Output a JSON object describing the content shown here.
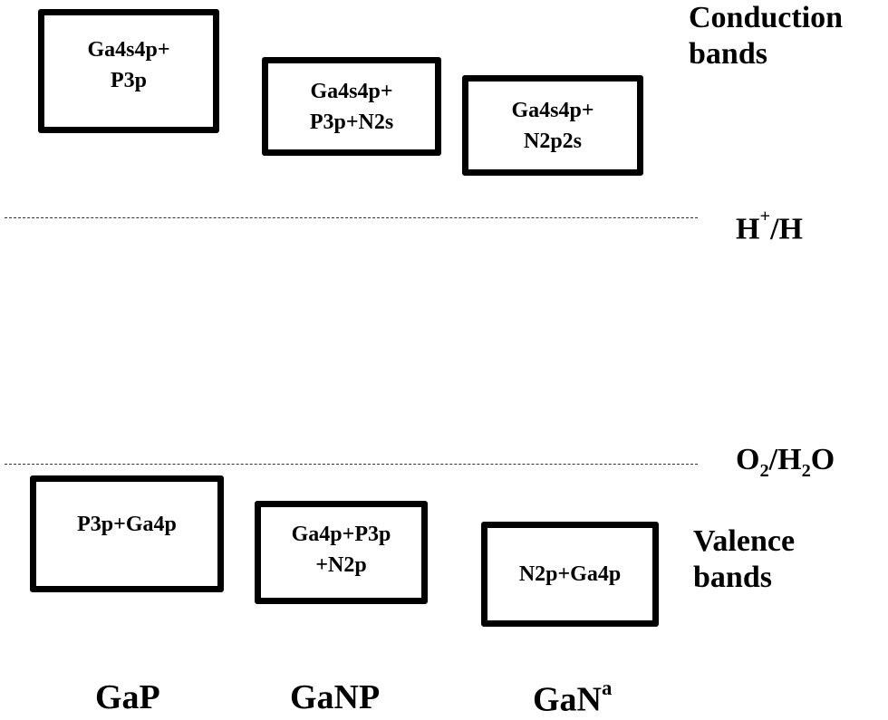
{
  "conduction_label": [
    "Conduction",
    "bands"
  ],
  "valence_label": [
    "Valence",
    "bands"
  ],
  "hh_label": {
    "main1": "H",
    "sup": "+",
    "main2": "/H"
  },
  "oh_label": {
    "o": "O",
    "sub1": "2",
    "slash": "/H",
    "sub2": "2",
    "end": "O"
  },
  "conduction_boxes": [
    {
      "lines": [
        "Ga4s4p+",
        "P3p"
      ]
    },
    {
      "lines": [
        "Ga4s4p+",
        "P3p+N2s"
      ]
    },
    {
      "lines": [
        "Ga4s4p+",
        "N2p2s"
      ]
    }
  ],
  "valence_boxes": [
    {
      "lines": [
        "P3p+Ga4p",
        ""
      ]
    },
    {
      "lines": [
        "Ga4p+P3p",
        "+N2p"
      ]
    },
    {
      "lines": [
        "N2p+Ga4p",
        ""
      ]
    }
  ],
  "materials": [
    {
      "name": "GaP",
      "sup": ""
    },
    {
      "name": "GaNP",
      "sup": ""
    },
    {
      "name": "GaN",
      "sup": "a"
    }
  ]
}
